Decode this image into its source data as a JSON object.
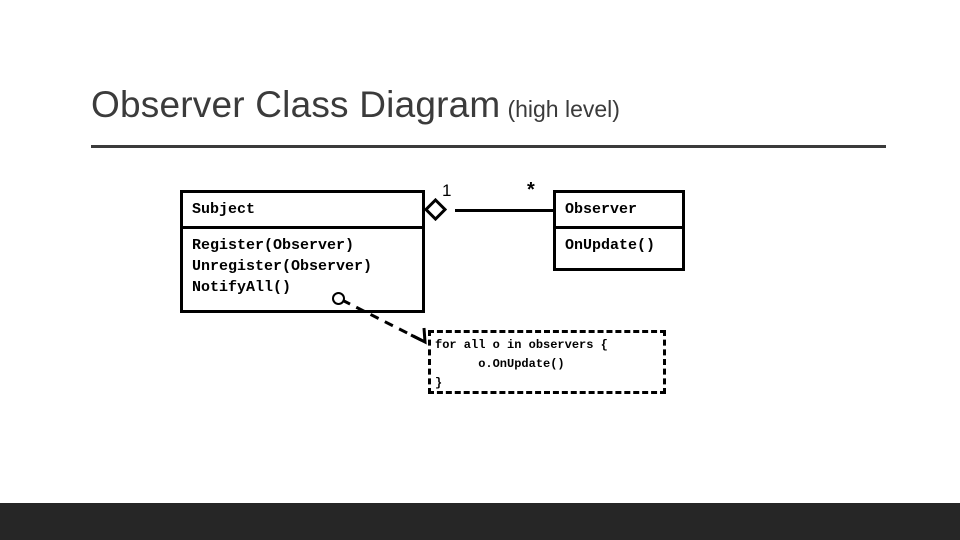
{
  "slide": {
    "background_color": "#ffffff",
    "bottom_bar_color": "#262626",
    "rule_color": "#3b3b3b"
  },
  "title": {
    "main": "Observer Class Diagram",
    "suffix": "(high level)",
    "color": "#3b3b3b"
  },
  "diagram": {
    "type": "uml-class-diagram",
    "classes": [
      {
        "name": "Subject",
        "members": [
          "Register(Observer)",
          "Unregister(Observer)",
          "NotifyAll()"
        ]
      },
      {
        "name": "Observer",
        "members": [
          "OnUpdate()"
        ]
      }
    ],
    "association": {
      "kind": "aggregation",
      "source": "Subject",
      "target": "Observer",
      "source_multiplicity": "1",
      "target_multiplicity": "*"
    },
    "note": {
      "attached_to": "NotifyAll()",
      "lines": [
        "for all o in observers {",
        "      o.OnUpdate()",
        "}"
      ]
    }
  }
}
